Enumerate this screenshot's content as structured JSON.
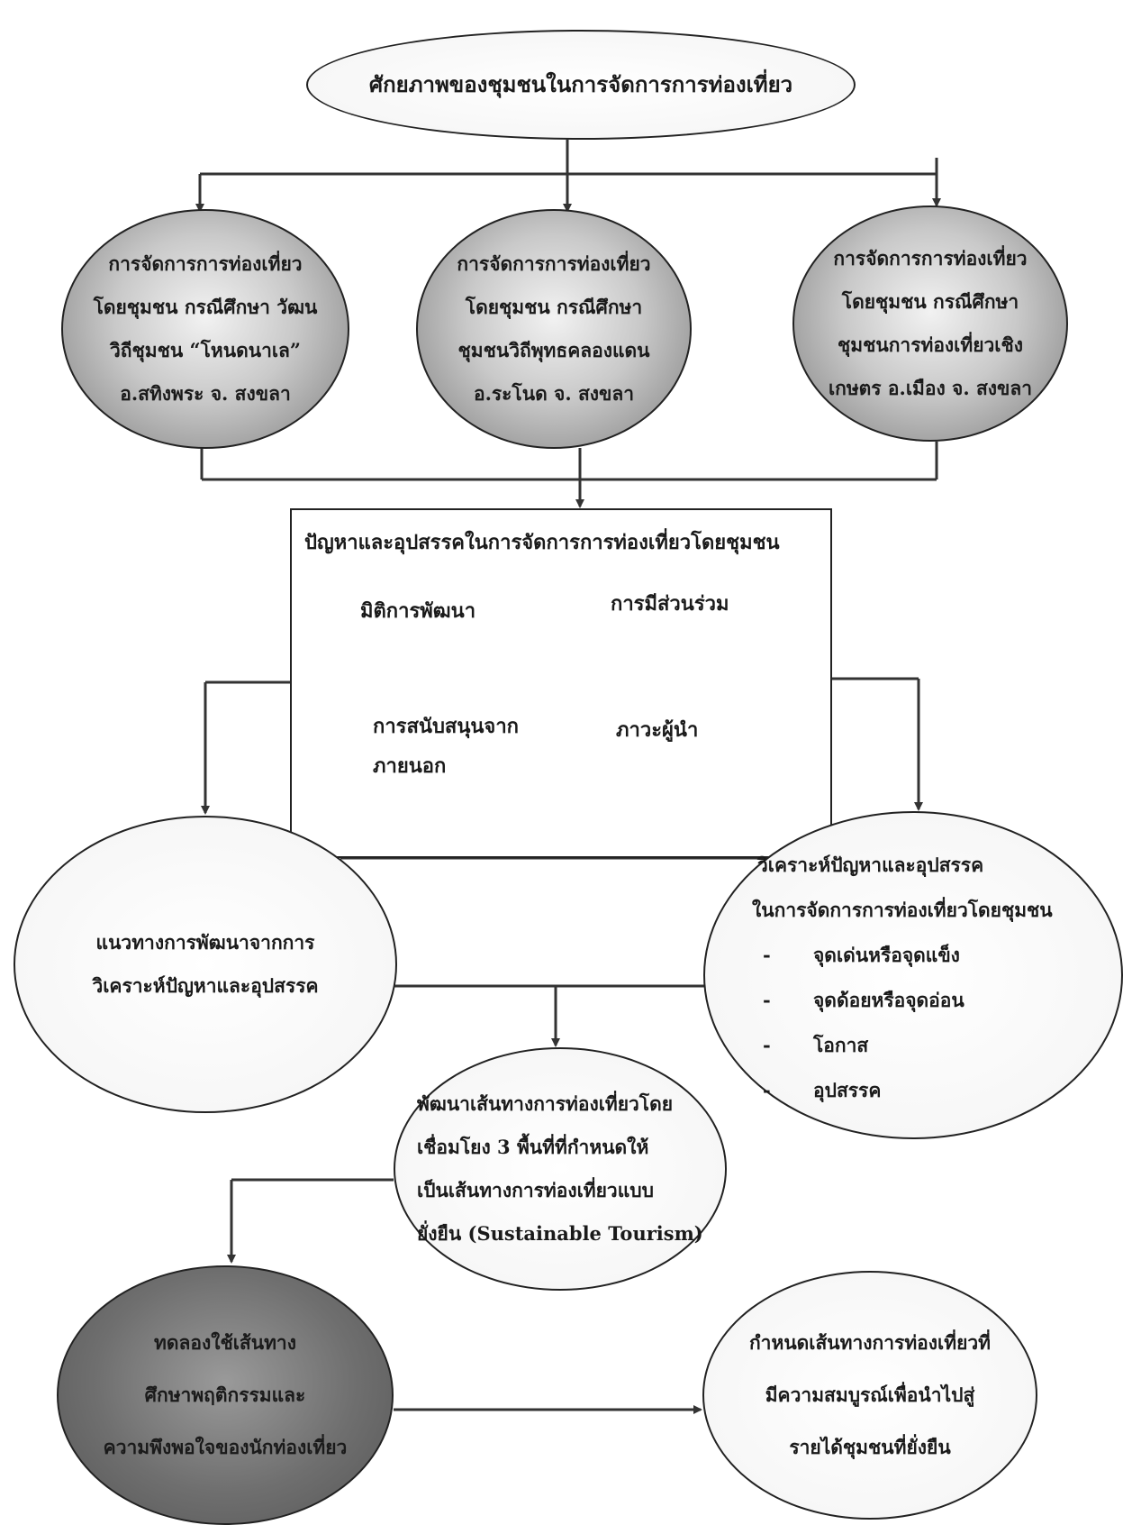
{
  "top": {
    "title": "ศักยภาพของชุมชนในการจัดการการท่องเที่ยว"
  },
  "cases": [
    {
      "lines": [
        "การจัดการการท่องเที่ยว",
        "โดยชุมชน กรณีศึกษา  วัฒน",
        "วิถีชุมชน “โหนดนาเล”",
        "อ.สทิงพระ      จ. สงขลา"
      ]
    },
    {
      "lines": [
        "การจัดการการท่องเที่ยว",
        "โดยชุมชน กรณีศึกษา",
        "ชุมชนวิถีพุทธคลองแดน",
        "อ.ระโนด จ. สงขลา"
      ]
    },
    {
      "lines": [
        "การจัดการการท่องเที่ยว",
        "โดยชุมชน กรณีศึกษา",
        "ชุมชนการท่องเที่ยวเชิง",
        "เกษตร อ.เมือง     จ. สงขลา"
      ]
    }
  ],
  "problems": {
    "title": "ปัญหาและอุปสรรคในการจัดการการท่องเที่ยวโดยชุมชน",
    "dimension": "มิติการพัฒนา",
    "participation": "การมีส่วนร่วม",
    "support_1": "การสนับสนุนจาก",
    "support_2": "ภายนอก",
    "leadership": "ภาวะผู้นำ"
  },
  "guideline": {
    "lines": [
      "แนวทางการพัฒนาจากการ",
      "วิเคราะห์ปัญหาและอุปสรรค"
    ]
  },
  "analysis": {
    "title_1": "วิเคราะห์ปัญหาและอุปสรรค",
    "title_2": "ในการจัดการการท่องเที่ยวโดยชุมชน",
    "dash": "-",
    "items": [
      "จุดเด่นหรือจุดแข็ง",
      "จุดด้อยหรือจุดอ่อน",
      "โอกาส",
      "อุปสรรค"
    ]
  },
  "route": {
    "lines": [
      "พัฒนาเส้นทางการท่องเที่ยวโดย",
      "เชื่อมโยง 3  พื้นที่ที่กำหนดให้",
      "เป็นเส้นทางการท่องเที่ยวแบบ",
      "ยั่งยืน (Sustainable  Tourism)"
    ]
  },
  "trial": {
    "lines": [
      "ทดลองใช้เส้นทาง",
      "ศึกษาพฤติกรรมและ",
      "ความพึงพอใจของนักท่องเที่ยว"
    ]
  },
  "final": {
    "lines": [
      "กำหนดเส้นทางการท่องเที่ยวที่",
      "มีความสมบูรณ์เพื่อนำไปสู่",
      "รายได้ชุมชนที่ยั่งยืน"
    ]
  },
  "colors": {
    "line": "#333333",
    "shade_dark": "#6f6f6f",
    "shade_mid": "#c9c9c9"
  }
}
